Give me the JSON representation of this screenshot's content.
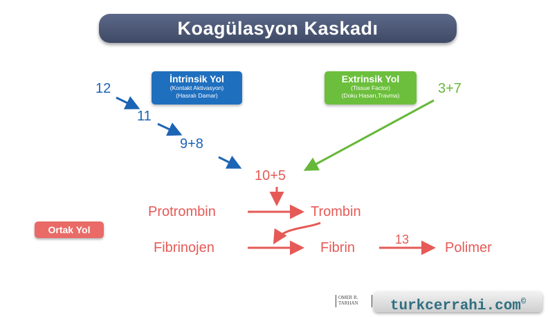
{
  "title": "Koagülasyon Kaskadı",
  "intrinsic": {
    "heading": "İntrinsik Yol",
    "line1": "(Kontakt Aktivasyon)",
    "line2": "(Hasralı Damar)"
  },
  "extrinsic": {
    "heading": "Extrinsik Yol",
    "line1": "(Tissue Factor)",
    "line2": "(Doku Hasarı,Travma)"
  },
  "common_label": "Ortak Yol",
  "intrinsic_factors": [
    "12",
    "11",
    "9+8"
  ],
  "extrinsic_factor": "3+7",
  "common_factor": "10+5",
  "flow": {
    "protrombin": "Protrombin",
    "trombin": "Trombin",
    "fibrinojen": "Fibrinojen",
    "fibrin": "Fibrin",
    "factor13": "13",
    "polimer": "Polimer"
  },
  "colors": {
    "title_bg": "#4a5575",
    "intrinsic": "#1f6fbf",
    "extrinsic": "#6cbf3c",
    "common": "#e96a66"
  },
  "footer": {
    "author_line1": "OMER R.",
    "author_line2": "TARHAN",
    "brand": "turkcerrahi.com",
    "brand_mark": "©"
  }
}
